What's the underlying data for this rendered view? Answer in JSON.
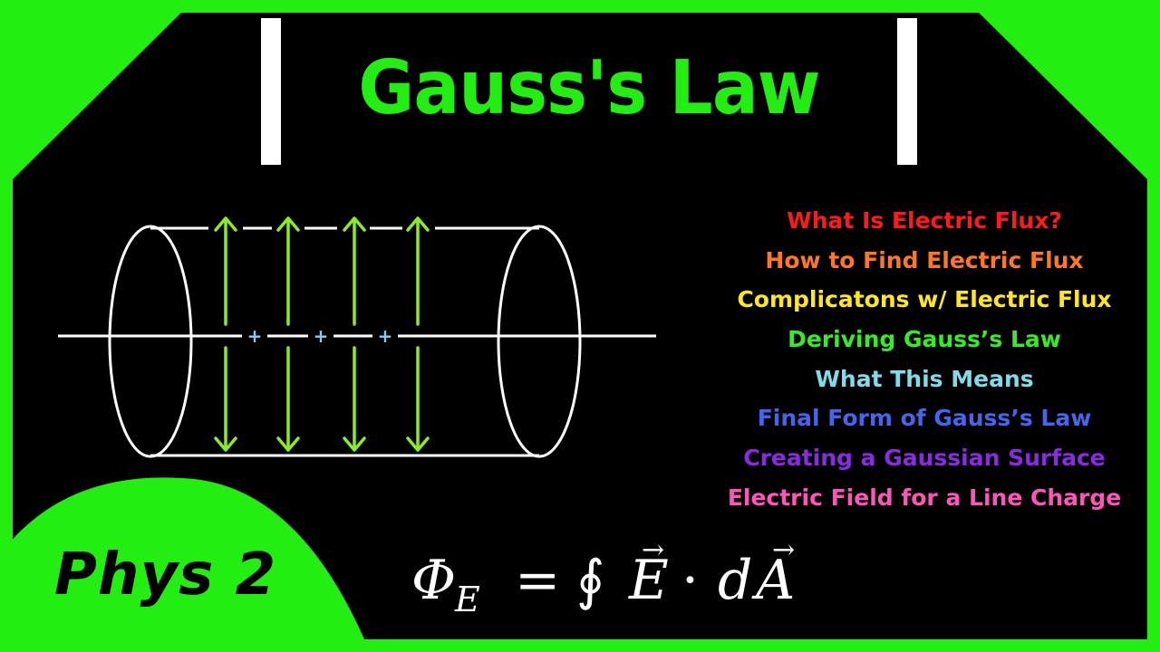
{
  "title": "Gauss's Law",
  "badge": "Phys 2",
  "topics": [
    {
      "label": "What Is Electric Flux?",
      "color": "#ff1a1a"
    },
    {
      "label": "How to Find Electric Flux",
      "color": "#ff7722"
    },
    {
      "label": "Complicatons w/ Electric Flux",
      "color": "#ffe81a"
    },
    {
      "label": "Deriving Gauss’s Law",
      "color": "#33ee22"
    },
    {
      "label": "What This Means",
      "color": "#7ddde8"
    },
    {
      "label": "Final Form of Gauss’s Law",
      "color": "#4466ee"
    },
    {
      "label": "Creating a Gaussian Surface",
      "color": "#8a2be2"
    },
    {
      "label": "Electric Field for a Line Charge",
      "color": "#ff55bb"
    }
  ],
  "formula": {
    "phi": "Φ",
    "subscript": "E",
    "equals": "=",
    "integral": "∮",
    "field": "E",
    "dot": "·",
    "d": "d",
    "area": "A",
    "arrow": "⃗"
  },
  "diagram": {
    "charge_symbol": "+",
    "charge_count": 3,
    "field_arrow_pairs": 4
  },
  "colors": {
    "background": "#22ee11",
    "panel": "#000000",
    "title": "#22ee11",
    "arrows": "#88ee22",
    "lines": "#ffffff",
    "charges": "#88ccee"
  }
}
